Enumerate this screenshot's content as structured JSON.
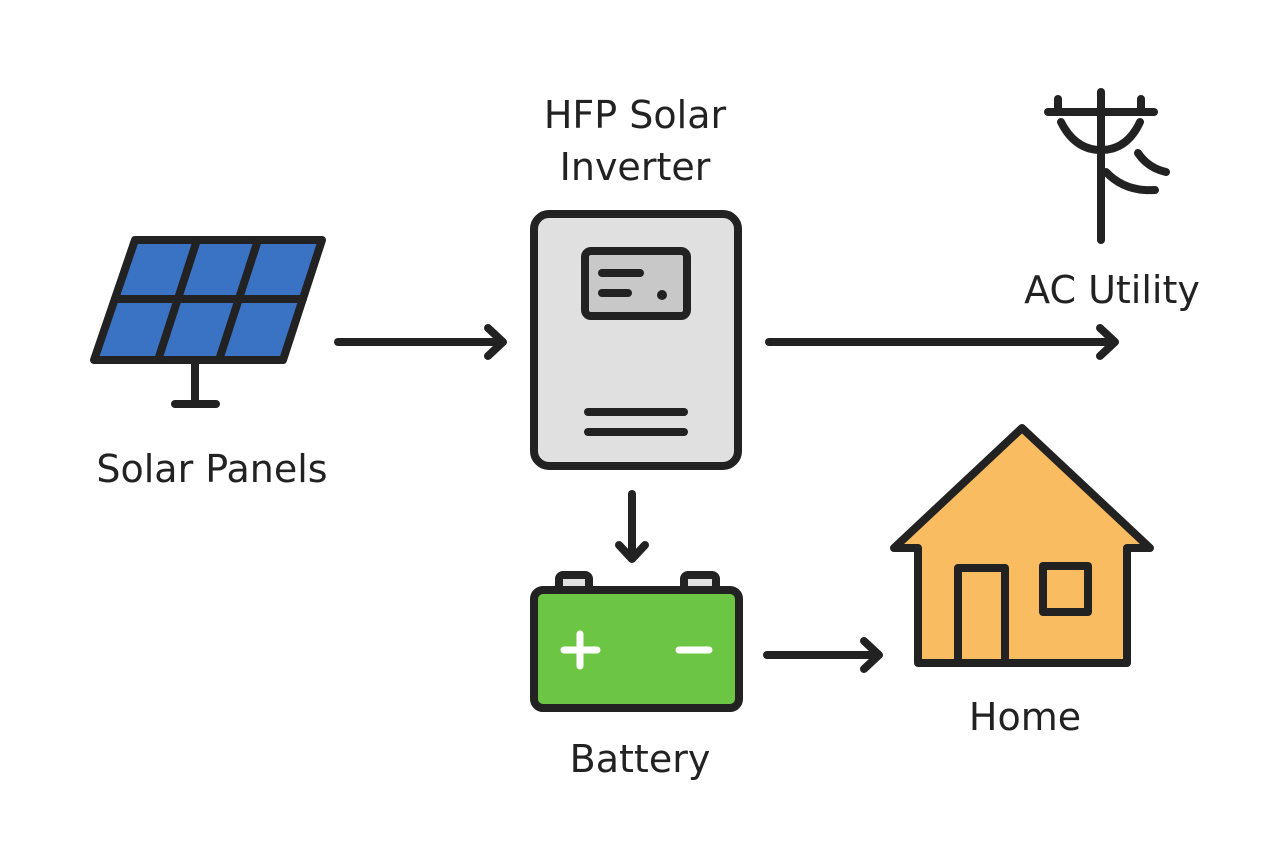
{
  "nodes": {
    "solar_panels": {
      "label": "Solar Panels",
      "icon": "solar-panel-icon",
      "color": "#3a72c4"
    },
    "inverter": {
      "title_line1": "HFP Solar",
      "title_line2": "Inverter",
      "icon": "inverter-icon",
      "color": "#e0e0e0"
    },
    "ac_utility": {
      "label": "AC Utility",
      "icon": "utility-pole-icon"
    },
    "battery": {
      "label": "Battery",
      "icon": "battery-icon",
      "color": "#6cc644"
    },
    "home": {
      "label": "Home",
      "icon": "house-icon",
      "color": "#f9bc60"
    }
  },
  "edges": [
    {
      "from": "Solar Panels",
      "to": "HFP Solar Inverter"
    },
    {
      "from": "HFP Solar Inverter",
      "to": "AC Utility"
    },
    {
      "from": "HFP Solar Inverter",
      "to": "Battery"
    },
    {
      "from": "Battery",
      "to": "Home"
    }
  ]
}
